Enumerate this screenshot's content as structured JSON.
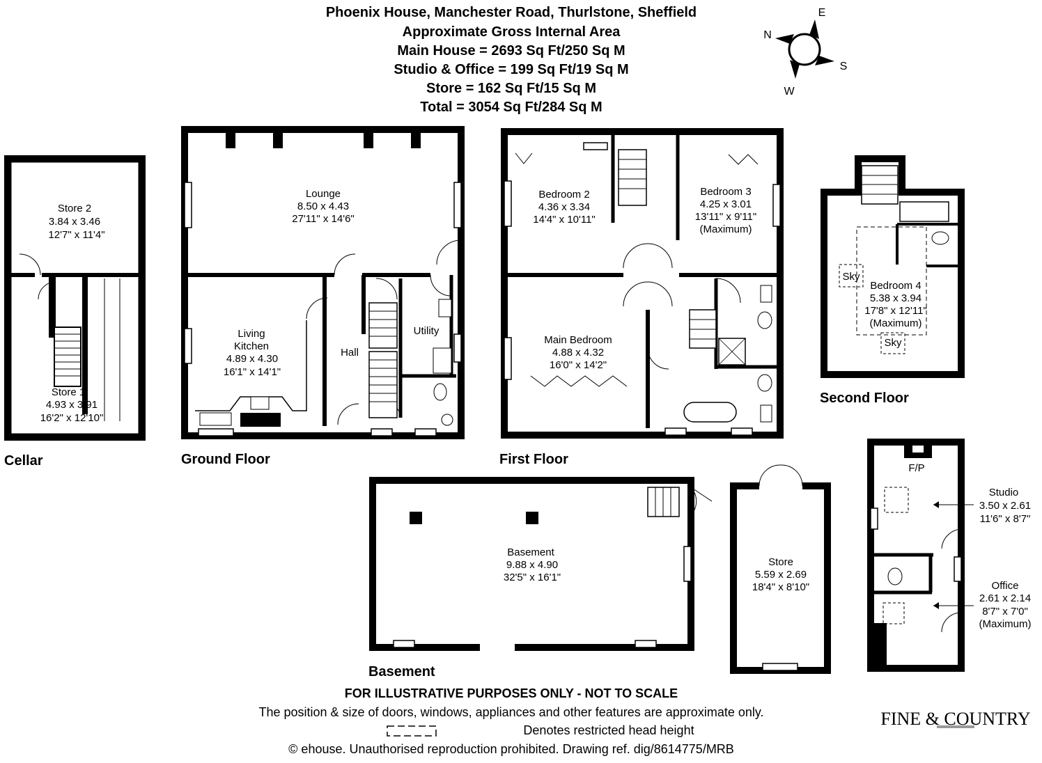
{
  "header": {
    "title": "Phoenix House, Manchester Road, Thurlstone, Sheffield",
    "subtitle": "Approximate Gross Internal Area",
    "main_house": "Main House = 2693 Sq Ft/250 Sq M",
    "studio_office": "Studio & Office = 199 Sq Ft/19 Sq M",
    "store": "Store = 162 Sq Ft/15 Sq M",
    "total": "Total = 3054 Sq Ft/284 Sq M"
  },
  "compass": {
    "n": "N",
    "e": "E",
    "s": "S",
    "w": "W"
  },
  "floors": {
    "cellar": "Cellar",
    "ground": "Ground Floor",
    "first": "First Floor",
    "second": "Second Floor",
    "basement": "Basement"
  },
  "rooms": {
    "store2": {
      "name": "Store 2",
      "metric": "3.84 x 3.46",
      "imperial": "12'7\" x 11'4\""
    },
    "store1": {
      "name": "Store 1",
      "metric": "4.93 x 3.91",
      "imperial": "16'2\" x 12'10\""
    },
    "lounge": {
      "name": "Lounge",
      "metric": "8.50 x 4.43",
      "imperial": "27'11\" x 14'6\""
    },
    "kitchen": {
      "name1": "Living",
      "name2": "Kitchen",
      "metric": "4.89 x 4.30",
      "imperial": "16'1\" x 14'1\""
    },
    "hall": {
      "name": "Hall"
    },
    "utility": {
      "name": "Utility"
    },
    "bedroom2": {
      "name": "Bedroom 2",
      "metric": "4.36 x 3.34",
      "imperial": "14'4\" x 10'11\""
    },
    "bedroom3": {
      "name": "Bedroom 3",
      "metric": "4.25 x 3.01",
      "imperial": "13'11\" x 9'11\"",
      "note": "(Maximum)"
    },
    "main_bedroom": {
      "name": "Main Bedroom",
      "metric": "4.88 x 4.32",
      "imperial": "16'0\" x 14'2\""
    },
    "bedroom4": {
      "name": "Bedroom 4",
      "metric": "5.38 x 3.94",
      "imperial": "17'8\" x 12'11\"",
      "note": "(Maximum)",
      "sky": "Sky"
    },
    "basement": {
      "name": "Basement",
      "metric": "9.88 x 4.90",
      "imperial": "32'5\" x 16'1\""
    },
    "store": {
      "name": "Store",
      "metric": "5.59 x 2.69",
      "imperial": "18'4\" x 8'10\""
    },
    "studio": {
      "name": "Studio",
      "metric": "3.50 x 2.61",
      "imperial": "11'6\" x 8'7\"",
      "fp": "F/P"
    },
    "office": {
      "name": "Office",
      "metric": "2.61 x 2.14",
      "imperial": "8'7\" x 7'0\"",
      "note": "(Maximum)"
    }
  },
  "footer": {
    "disclaimer": "FOR ILLUSTRATIVE PURPOSES ONLY - NOT TO SCALE",
    "position_note": "The position & size of doors, windows, appliances and other features are approximate only.",
    "legend": "Denotes restricted head height",
    "copyright": "© ehouse. Unauthorised reproduction prohibited. Drawing ref. dig/8614775/MRB"
  },
  "logo": {
    "text": "FINE & COUNTRY"
  },
  "colors": {
    "wall": "#000000",
    "background": "#ffffff"
  }
}
